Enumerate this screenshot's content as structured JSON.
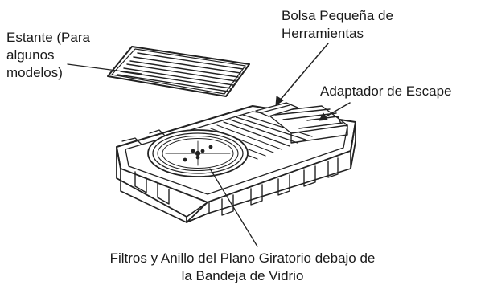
{
  "labels": {
    "shelf": [
      "Estante (Para",
      "algunos",
      "modelos)"
    ],
    "toolbag": [
      "Bolsa Pequeña de",
      "Herramientas"
    ],
    "exhaust": [
      "Adaptador de Escape"
    ],
    "filters": [
      "Filtros y Anillo del Plano Giratorio debajo de",
      "la Bandeja de Vidrio"
    ]
  },
  "colors": {
    "line": "#222222",
    "fill": "#ffffff"
  }
}
